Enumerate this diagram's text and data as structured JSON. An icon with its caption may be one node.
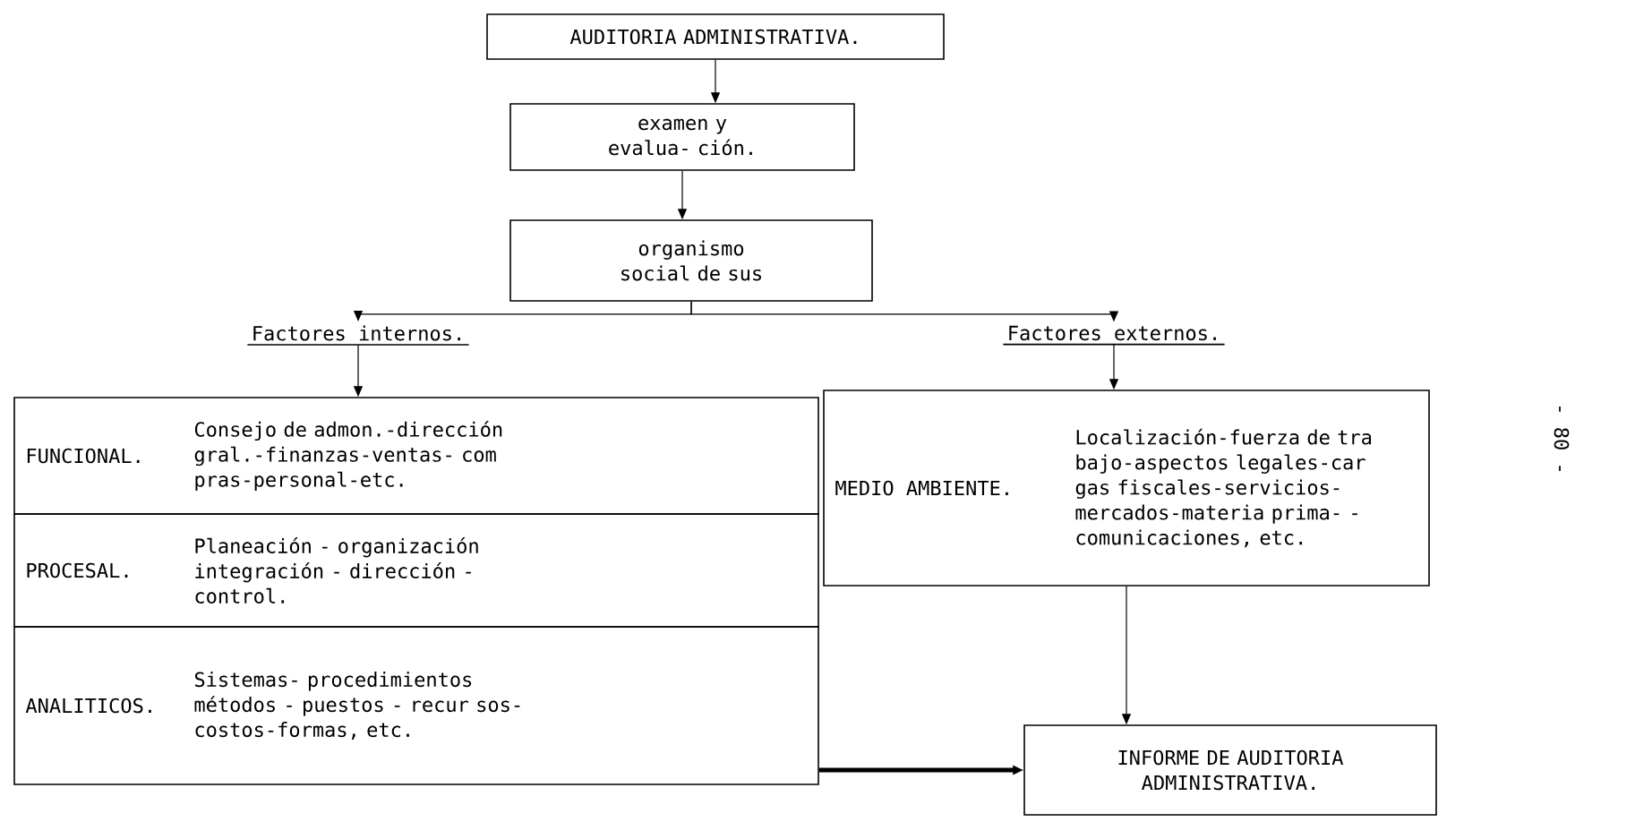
{
  "diagram": {
    "nodes": [
      {
        "text": [
          "AUDITORIA ADMINISTRATIVA."
        ]
      },
      {
        "text": [
          "examen y evalua- ción."
        ]
      },
      {
        "text": [
          "organismo social de sus"
        ]
      },
      {
        "text": [
          "Factores internos."
        ]
      },
      {
        "text": [
          "Factores externos."
        ]
      },
      {
        "text": [
          "FUNCIONAL.",
          "Consejo de admon.-dirección gral.-finanzas-ventas- com pras-personal-etc."
        ]
      },
      {
        "text": [
          "PROCESAL.",
          "Planeación - organización integración - dirección - control."
        ]
      },
      {
        "text": [
          "ANALITICOS.",
          "Sistemas- procedimientos métodos - puestos - recur sos-costos-formas, etc."
        ]
      },
      {
        "text": [
          "MEDIO AMBIENTE.",
          "Localización-fuerza de tra bajo-aspectos legales-car gas fiscales-servicios- mercados-materia prima- - comunicaciones, etc."
        ]
      },
      {
        "text": [
          "INFORME DE AUDITORIA ADMINISTRATIVA."
        ]
      }
    ],
    "edges": [
      {
        "from": 0,
        "to": 1,
        "arrow": "to"
      },
      {
        "from": 1,
        "to": 2,
        "arrow": "to"
      },
      {
        "from": 2,
        "to": 3,
        "arrow": "to"
      },
      {
        "from": 2,
        "to": 4,
        "arrow": "to"
      },
      {
        "from": 3,
        "to": 5,
        "arrow": "to"
      },
      {
        "from": 4,
        "to": 8,
        "arrow": "to"
      },
      {
        "from": 8,
        "to": 9,
        "arrow": "to"
      },
      {
        "from": 7,
        "to": 9,
        "arrow": "to",
        "style": "thick"
      }
    ],
    "labels": [
      "- 80 -"
    ]
  }
}
